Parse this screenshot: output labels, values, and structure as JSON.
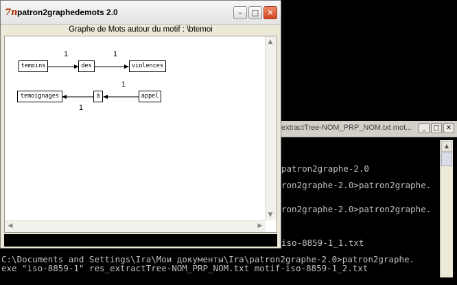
{
  "console": {
    "title": "extractTree-NOM_PRP_NOM.txt mot...",
    "buttons": {
      "minimize": "_",
      "maximize": "□",
      "close": "✕"
    },
    "lines": [
      "patron2graphe-2.0",
      "ron2graphe-2.0>patron2graphe.",
      "ron2graphe-2.0>patron2graphe.",
      "iso-8859-1_1.txt",
      "C:\\Documents and Settings\\Ira\\Мои документы\\Ira\\patron2graphe-2.0>patron2graphe.",
      "exe \"iso-8859-1\" res_extractTree-NOM_PRP_NOM.txt motif-iso-8859-1_2.txt"
    ]
  },
  "app": {
    "icon_text": "7n",
    "title": "patron2graphedemots 2.0",
    "buttons": {
      "minimize": "–",
      "maximize": "□",
      "close": "✕"
    },
    "heading": "Graphe de Mots autour du motif : \\btemoi",
    "graph": {
      "nodes": {
        "temoins": "temoins",
        "des": "des",
        "violences": "violences",
        "temoignages": "temoignages",
        "a": "à",
        "appel": "appel"
      },
      "edge_labels": [
        "1",
        "1",
        "1",
        "1"
      ]
    }
  },
  "colors": {
    "console_bg": "#000000",
    "console_text": "#c0c0c0",
    "window_bg": "#ece9d8",
    "close_red": "#d2451e"
  }
}
